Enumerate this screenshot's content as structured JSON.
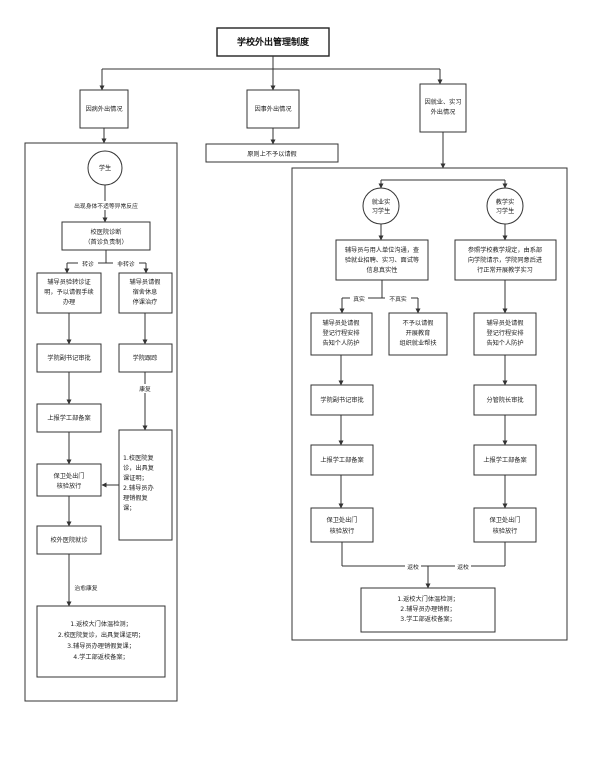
{
  "title": "学校外出管理制度",
  "branches": {
    "illness": "因病外出情况",
    "affairs": "因事外出情况",
    "employment": [
      "因就业、实习",
      "外出情况"
    ]
  },
  "affairs_result": "原则上不予以请假",
  "left": {
    "student": "学生",
    "symptom": "出现身体不适等异常反应",
    "clinic": [
      "校医院诊断",
      "（首诊负责制）"
    ],
    "transfer": "转诊",
    "non_transfer": "非转诊",
    "counselor_a": [
      "辅导员验转诊证",
      "明，予以请假手续",
      "办理"
    ],
    "counselor_b": [
      "辅导员请假",
      "宿舍休息",
      "停课治疗"
    ],
    "deputy_sec": "学院副书记审批",
    "college_track": "学院跟踪",
    "recover": "康复",
    "report": "上报学工部备案",
    "recovery_list": [
      "1.校医院复",
      "诊，出具复",
      "课证明；",
      "2.辅导员办",
      "理销假复",
      "课；"
    ],
    "guard": [
      "保卫处出门",
      "核验放行"
    ],
    "outside": "校外医院就诊",
    "cured": "治愈康复",
    "return_list": [
      "1.返校大门体温检测；",
      "2.校医院复诊，出具复课证明；",
      "3.辅导员办理销假复课；",
      "4.学工部返校备案；"
    ]
  },
  "right": {
    "emp_student": [
      "就业实",
      "习学生"
    ],
    "teach_student": [
      "教学实",
      "习学生"
    ],
    "emp_check": [
      "辅导员与用人单位沟通，查",
      "验就业招聘、实习、面试等",
      "信息真实性"
    ],
    "teach_check": [
      "参照学校教学规定，由系部",
      "向学院请示，学院同意后进",
      "行正常开展教学实习"
    ],
    "real": "真实",
    "not_real": "不真实",
    "counselor_leave": [
      "辅导员处请假",
      "登记行程安排",
      "告知个人防护"
    ],
    "deny": [
      "不予以请假",
      "开展教育",
      "组织就业帮扶"
    ],
    "counselor_leave2": [
      "辅导员处请假",
      "登记行程安排",
      "告知个人防护"
    ],
    "deputy_sec": "学院副书记审批",
    "dean": "分管院长审批",
    "report1": "上报学工部备案",
    "report2": "上报学工部备案",
    "guard1": [
      "保卫处出门",
      "核验放行"
    ],
    "guard2": [
      "保卫处出门",
      "核验放行"
    ],
    "return_a": "返校",
    "return_b": "返校",
    "return_list": [
      "1.返校大门体温检测；",
      "2.辅导员办理销假；",
      "3.学工部返校备案；"
    ]
  }
}
